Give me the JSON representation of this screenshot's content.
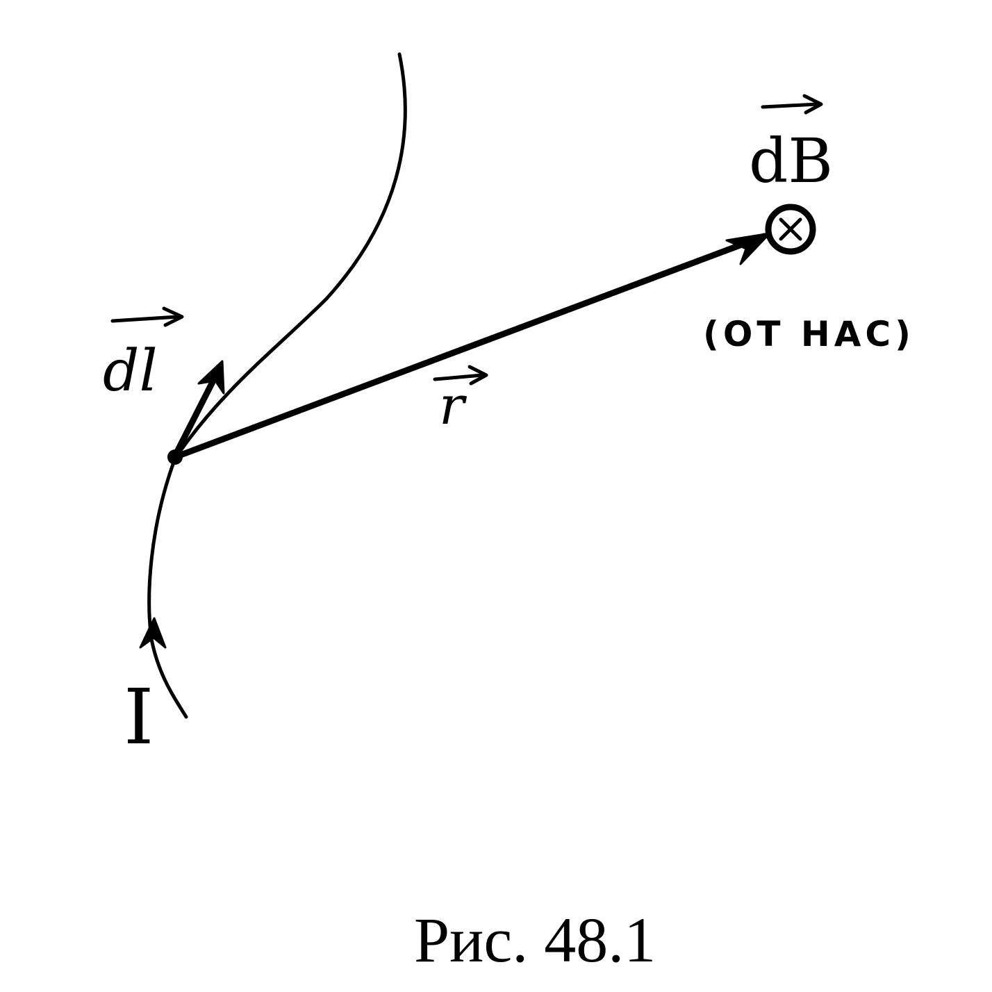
{
  "labels": {
    "current": "I",
    "dl": "dl",
    "r": "r",
    "dB": "dB",
    "direction_note": "(ОТ НАС)"
  },
  "caption": "Рис. 48.1",
  "colors": {
    "ink": "#000000",
    "background": "#ffffff"
  },
  "icons": {
    "field_into_page": "circle-cross-icon"
  }
}
